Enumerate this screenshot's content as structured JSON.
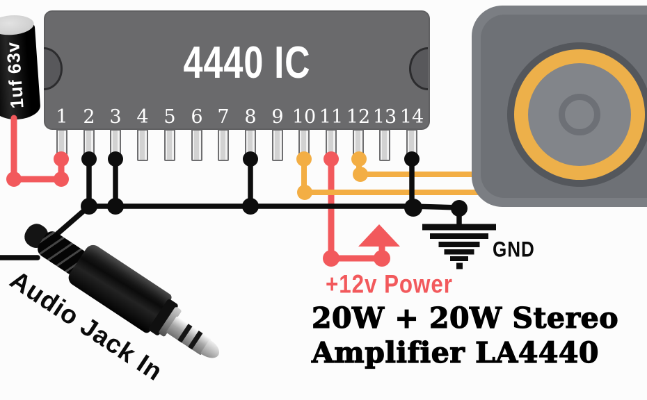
{
  "diagram": {
    "type": "circuit-wiring-diagram",
    "subject": "LA4440 stereo amplifier wiring"
  },
  "colors": {
    "wire_red": "#f2595c",
    "wire_yellow": "#f3ae44",
    "wire_black": "#0d0d0d",
    "ic_body_gray": "#6a6a6c",
    "speaker_accent_yellow": "#edb04a",
    "background": "#fcfcfc"
  },
  "capacitor": {
    "label": "1uf 63v"
  },
  "ic": {
    "label": "4440 IC",
    "pin_numbers": [
      "1",
      "2",
      "3",
      "4",
      "5",
      "6",
      "7",
      "8",
      "9",
      "10",
      "11",
      "12",
      "13",
      "14"
    ],
    "pin_connections": {
      "1": "red",
      "2": "black",
      "3": "black",
      "8": "black",
      "10": "yellow",
      "11": "red",
      "12": "yellow",
      "14": "black"
    }
  },
  "labels": {
    "audio_jack": "Audio Jack In",
    "power": "+12v Power",
    "gnd": "GND"
  },
  "title": {
    "line1": "20W + 20W Stereo",
    "line2": "Amplifier LA4440"
  }
}
